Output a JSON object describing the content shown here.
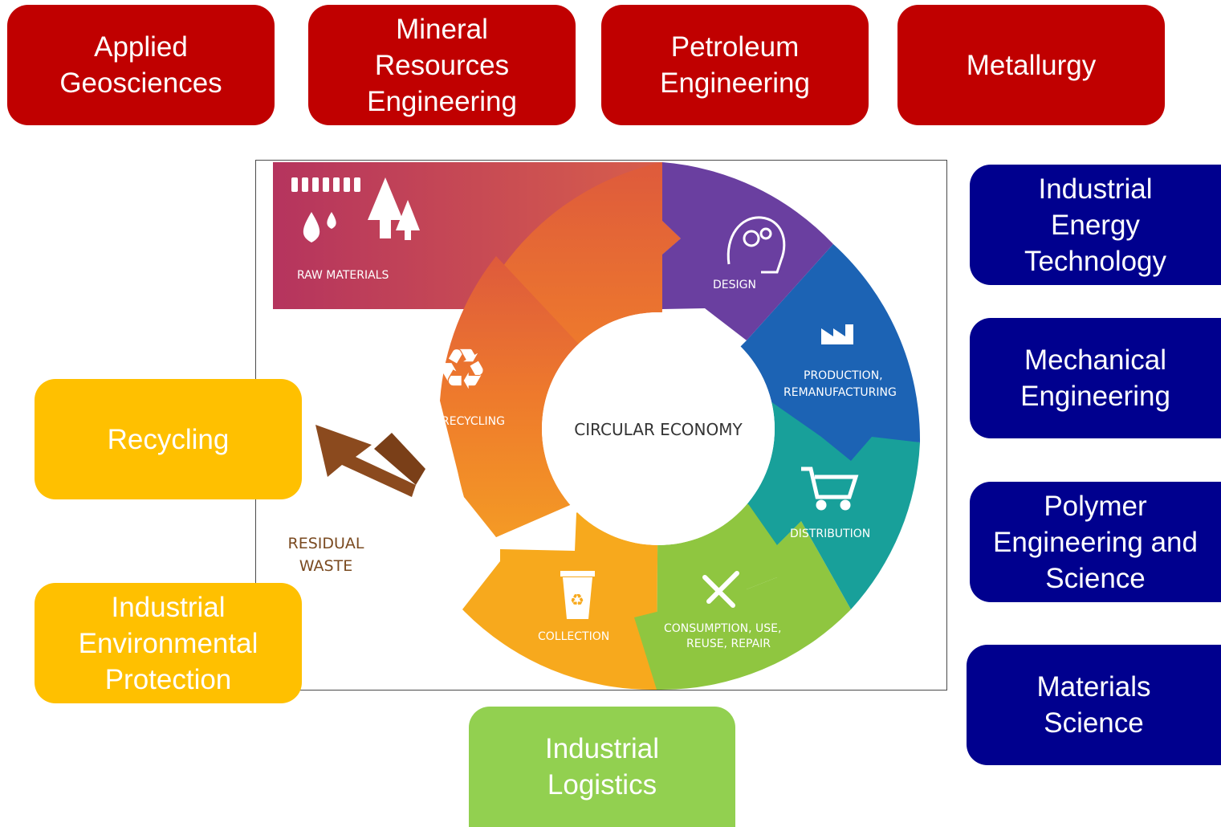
{
  "top_boxes": [
    {
      "label": "Applied\nGeosciences",
      "color": "#c00000"
    },
    {
      "label": "Mineral\nResources\nEngineering",
      "color": "#c00000"
    },
    {
      "label": "Petroleum\nEngineering",
      "color": "#c00000"
    },
    {
      "label": "Metallurgy",
      "color": "#c00000"
    }
  ],
  "right_boxes": [
    {
      "label": "Industrial\nEnergy\nTechnology",
      "color": "#00008e"
    },
    {
      "label": "Mechanical\nEngineering",
      "color": "#00008e"
    },
    {
      "label": "Polymer\nEngineering and\nScience",
      "color": "#00008e"
    },
    {
      "label": "Materials\nScience",
      "color": "#00008e"
    }
  ],
  "left_boxes": [
    {
      "label": "Recycling",
      "color": "#ffc000"
    },
    {
      "label": "Industrial\nEnvironmental\nProtection",
      "color": "#ffc000"
    }
  ],
  "bottom_boxes": [
    {
      "label": "Industrial\nLogistics",
      "color": "#92d050"
    }
  ],
  "diagram": {
    "center": "CIRCULAR ECONOMY",
    "raw_materials": "RAW MATERIALS",
    "design": "DESIGN",
    "production_1": "PRODUCTION,",
    "production_2": "REMANUFACTURING",
    "distribution": "DISTRIBUTION",
    "consumption_1": "CONSUMPTION, USE,",
    "consumption_2": "REUSE, REPAIR",
    "collection": "COLLECTION",
    "recycling": "RECYCLING",
    "waste_1": "RESIDUAL",
    "waste_2": "WASTE",
    "icons": [
      "wheat-icon",
      "water-drop-icon",
      "tree-icon",
      "head-gears-icon",
      "factory-icon",
      "shopping-cart-icon",
      "tools-icon",
      "recycle-bin-icon",
      "recycle-icon"
    ]
  }
}
